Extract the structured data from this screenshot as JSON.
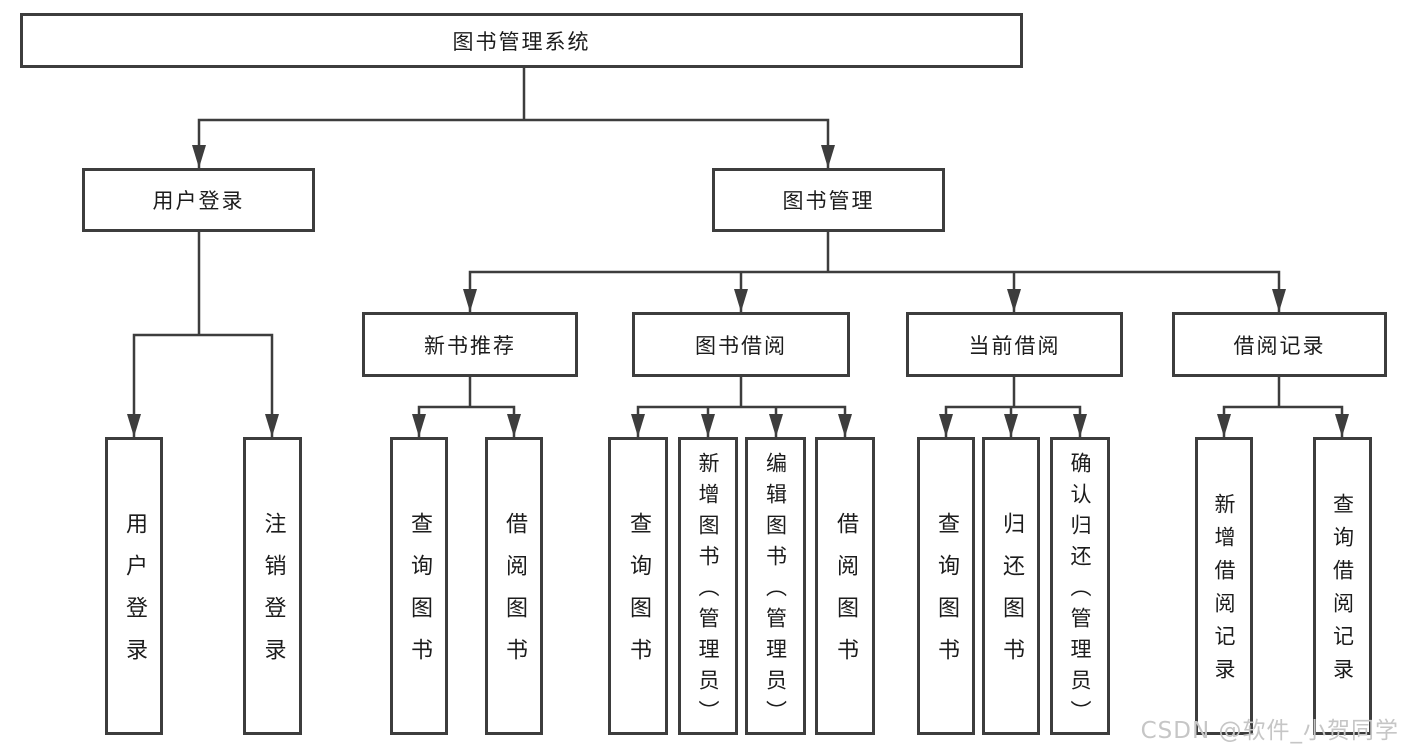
{
  "diagram": {
    "root": {
      "label": "图书管理系统"
    },
    "branches": [
      {
        "label": "用户登录",
        "children": [
          {
            "label": "用户登录"
          },
          {
            "label": "注销登录"
          }
        ]
      },
      {
        "label": "图书管理",
        "children": [
          {
            "label": "新书推荐",
            "children": [
              {
                "label": "查询图书"
              },
              {
                "label": "借阅图书"
              }
            ]
          },
          {
            "label": "图书借阅",
            "children": [
              {
                "label": "查询图书"
              },
              {
                "label": "新增图书（管理员）"
              },
              {
                "label": "编辑图书（管理员）"
              },
              {
                "label": "借阅图书"
              }
            ]
          },
          {
            "label": "当前借阅",
            "children": [
              {
                "label": "查询图书"
              },
              {
                "label": "归还图书"
              },
              {
                "label": "确认归还（管理员）"
              }
            ]
          },
          {
            "label": "借阅记录",
            "children": [
              {
                "label": "新增借阅记录"
              },
              {
                "label": "查询借阅记录"
              }
            ]
          }
        ]
      }
    ],
    "line_color": "#3d3d3d",
    "text_color": "#1c1c1c"
  },
  "watermark": {
    "text": "CSDN @软件_小贺同学"
  }
}
